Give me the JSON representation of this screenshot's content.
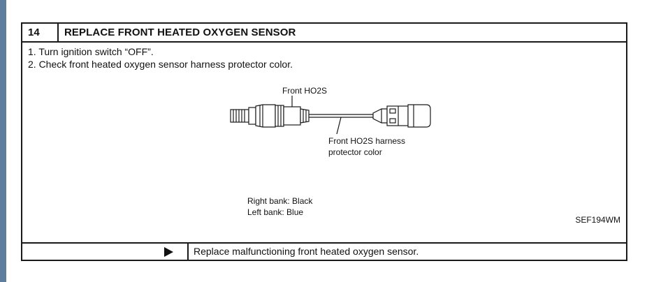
{
  "step": {
    "number": "14",
    "title": "REPLACE FRONT HEATED OXYGEN SENSOR"
  },
  "instructions": [
    "1.  Turn ignition switch “OFF”.",
    "2.  Check front heated oxygen sensor harness protector color."
  ],
  "diagram": {
    "label_sensor": "Front HO2S",
    "label_harness_line1": "Front HO2S harness",
    "label_harness_line2": "protector color",
    "bank_right": "Right bank: Black",
    "bank_left": "Left bank: Blue",
    "figure_code": "SEF194WM"
  },
  "action": {
    "arrow_icon": "play-triangle-icon",
    "text": "Replace malfunctioning front heated oxygen sensor."
  }
}
